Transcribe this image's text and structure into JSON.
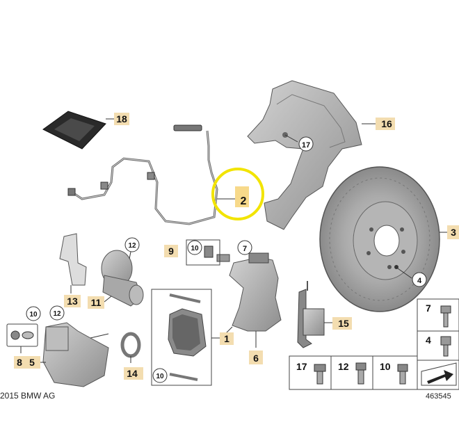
{
  "labels": {
    "l1": "1",
    "l2": "2",
    "l3": "3",
    "l4": "4",
    "l5": "5",
    "l6": "6",
    "l7": "7",
    "l8": "8",
    "l9": "9",
    "l10a": "10",
    "l10b": "10",
    "l10c": "10",
    "l11": "11",
    "l12a": "12",
    "l12b": "12",
    "l13": "13",
    "l14": "14",
    "l15": "15",
    "l16": "16",
    "l17a": "17",
    "l18": "18"
  },
  "hardware_panel": {
    "h7": "7",
    "h4": "4",
    "h17": "17",
    "h12": "12",
    "h10": "10"
  },
  "footer": {
    "copyright": "2015 BMW AG",
    "diagram_number": "463545"
  },
  "colors": {
    "highlight_ring": "#f2e400",
    "highlight_fill": "#f7d98a",
    "part_gray": "#9a9a9a"
  }
}
